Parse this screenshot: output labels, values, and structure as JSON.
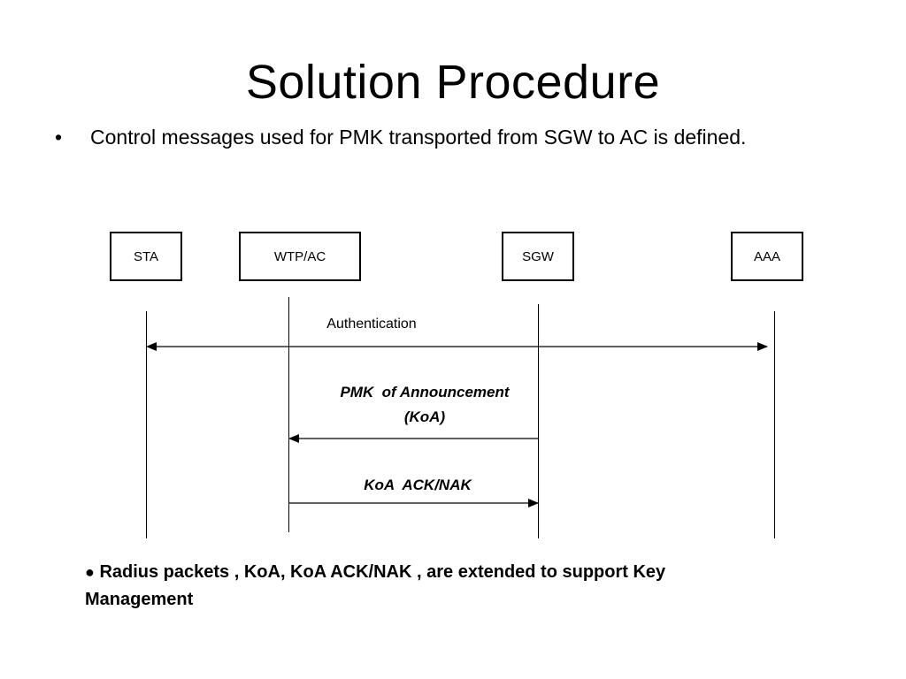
{
  "slide": {
    "title": "Solution Procedure",
    "bullet_symbol": "•",
    "bullet_text": "Control messages used for PMK transported from SGW to AC is defined."
  },
  "diagram": {
    "nodes": [
      "STA",
      "WTP/AC",
      "SGW",
      "AAA"
    ],
    "messages": [
      {
        "from": "STA",
        "to": "AAA",
        "direction": "bidirectional",
        "label_lines": [
          "Authentication"
        ]
      },
      {
        "from": "SGW",
        "to": "WTP/AC",
        "direction": "left",
        "label_lines": [
          "PMK  of Announcement",
          "(KoA)"
        ]
      },
      {
        "from": "WTP/AC",
        "to": "SGW",
        "direction": "right",
        "label_lines": [
          "KoA  ACK/NAK"
        ]
      }
    ]
  },
  "note": {
    "bullet_symbol": "●",
    "text": "Radius packets , KoA, KoA ACK/NAK , are extended to support Key Management"
  }
}
